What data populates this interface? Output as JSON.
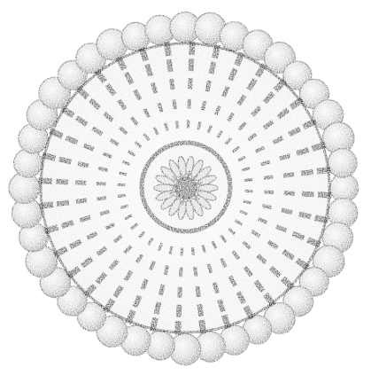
{
  "figure": {
    "bead_count": 40,
    "ray_count": 36,
    "dashes_per_ray": 5,
    "ink_color": "#222222",
    "paper_color": "#ffffff"
  }
}
